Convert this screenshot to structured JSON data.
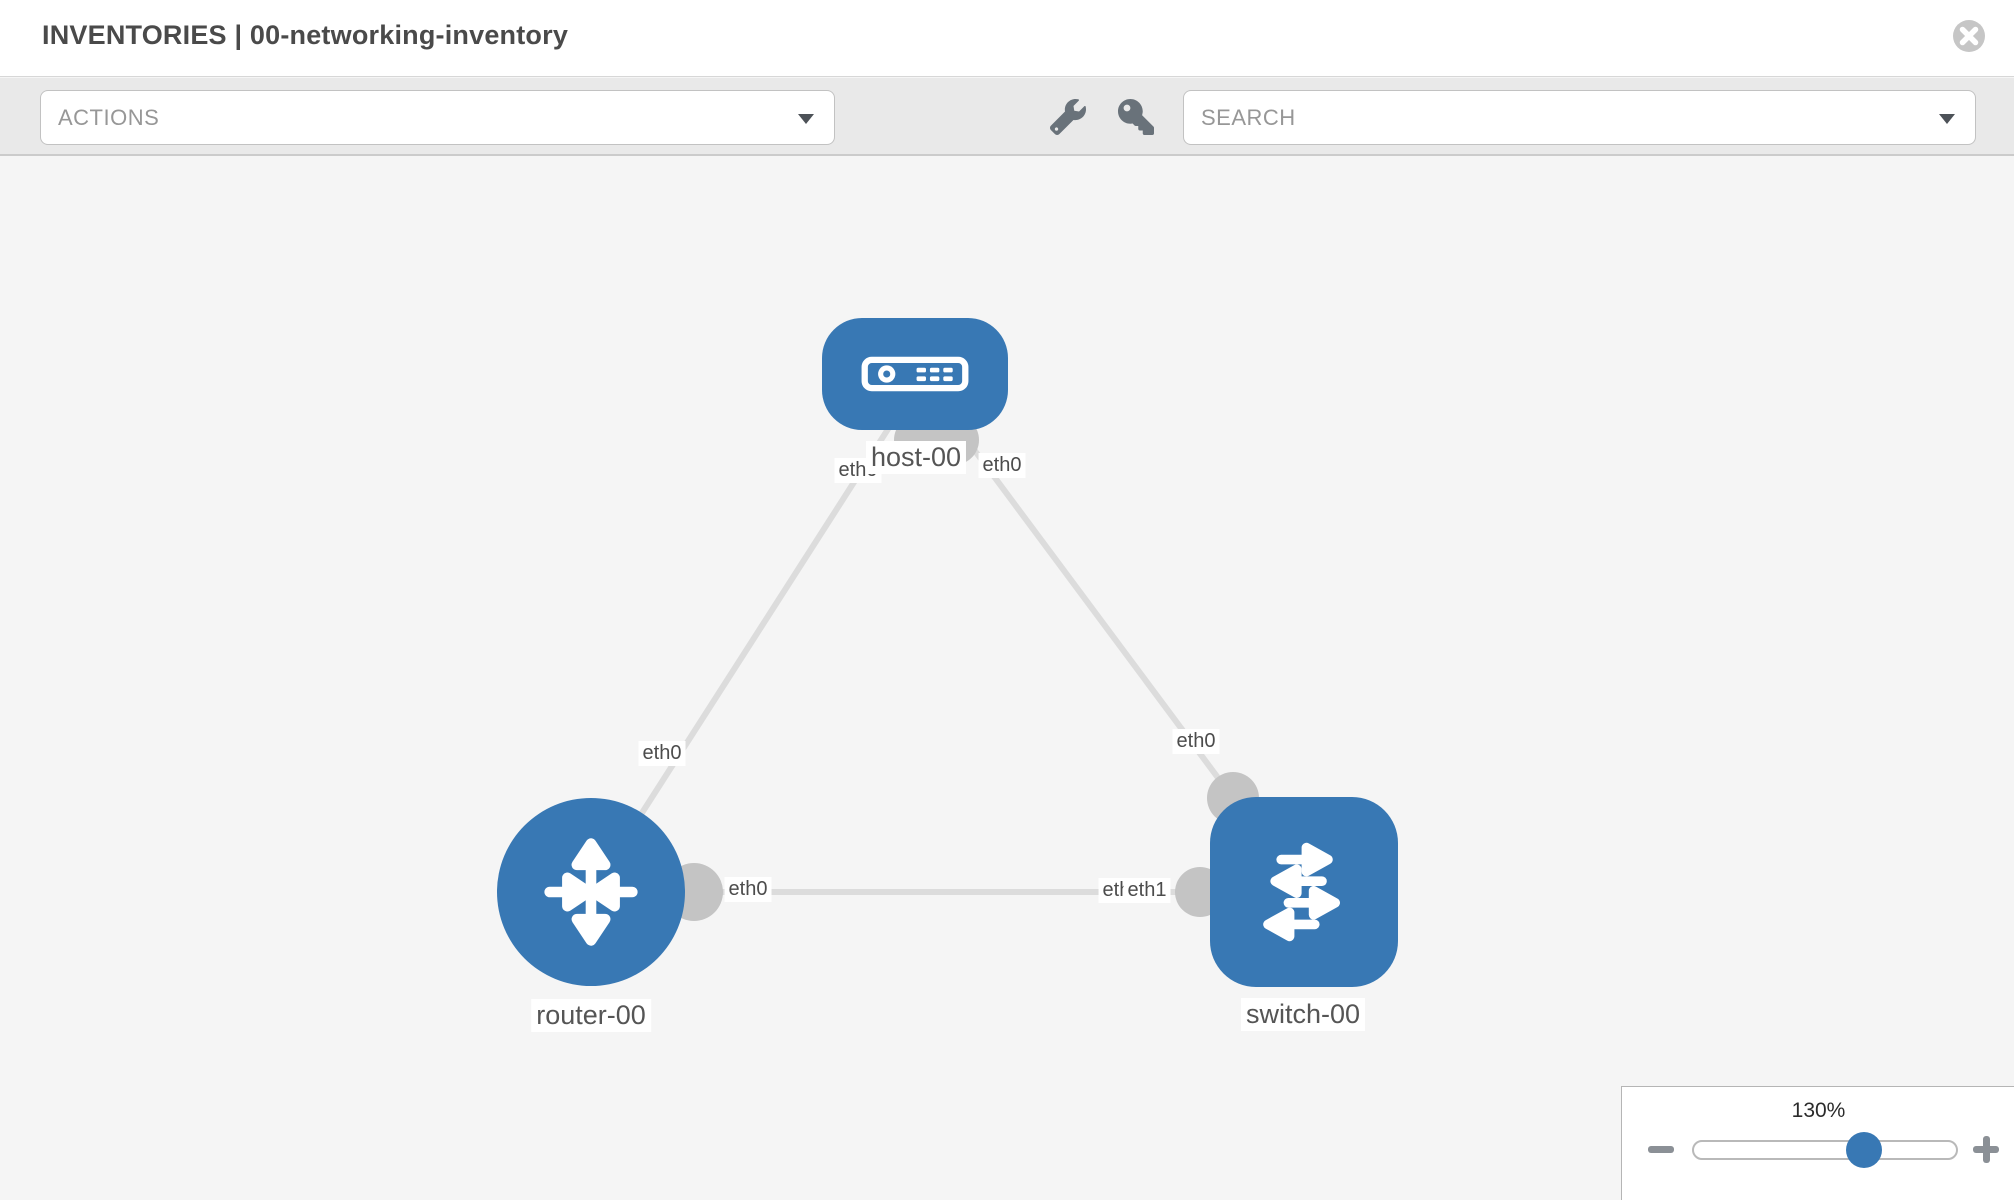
{
  "header": {
    "title": "INVENTORIES | 00-networking-inventory"
  },
  "toolbar": {
    "actions_label": "ACTIONS",
    "search_placeholder": "SEARCH",
    "icons": [
      "wrench-icon",
      "key-icon"
    ]
  },
  "topology": {
    "nodes": [
      {
        "label": "host-00",
        "type": "host"
      },
      {
        "label": "router-00",
        "type": "router"
      },
      {
        "label": "switch-00",
        "type": "switch"
      }
    ],
    "links": [
      {
        "source": "router-00",
        "source_interface": "eth0",
        "target": "host-00",
        "target_interface": "eth0"
      },
      {
        "source": "host-00",
        "source_interface": "eth0",
        "target": "switch-00",
        "target_interface": "eth0"
      },
      {
        "source": "router-00",
        "source_interface": "eth0",
        "target": "switch-00",
        "target_interface": "eth1"
      }
    ],
    "interface_labels": {
      "host_left": "eth0",
      "host_right": "eth0",
      "router_host_edge": "eth0",
      "switch_top_edge": "eth0",
      "router_right": "eth0",
      "switch_left_back": "eth0",
      "switch_left_front": "eth1"
    }
  },
  "zoom_control": {
    "level": "130%"
  },
  "colors": {
    "node_blue": "#3878b4",
    "edge_gray": "#dcdcdc",
    "connector_gray": "#c4c4c4",
    "toolbar_bg": "#e9e9e9",
    "canvas_bg": "#f5f5f5"
  }
}
